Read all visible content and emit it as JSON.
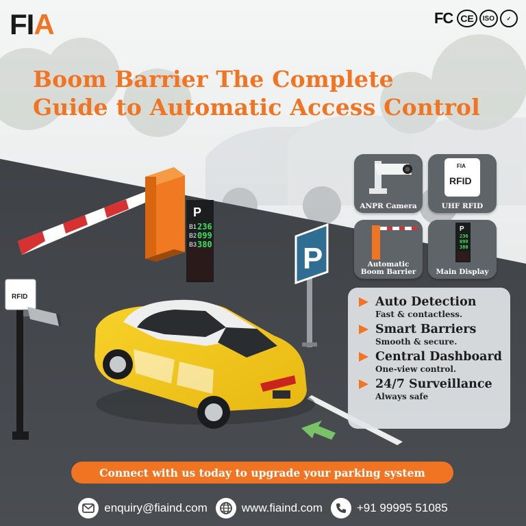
{
  "brand": {
    "logo_main": "FI",
    "logo_accent": "A",
    "orange": "#f07422",
    "dark": "#45484b"
  },
  "certifications": [
    {
      "label": "FC"
    },
    {
      "label": "CE"
    },
    {
      "label": "ISO"
    },
    {
      "label": "✓"
    }
  ],
  "title": {
    "line1": "Boom Barrier The Complete",
    "line2": "Guide to Automatic Access Control"
  },
  "scene": {
    "display_header": "P",
    "display_rows": [
      {
        "label": "B1",
        "value": "236"
      },
      {
        "label": "B2",
        "value": "099"
      },
      {
        "label": "B3",
        "value": "380"
      }
    ],
    "rfid_label": "RFID",
    "parking_sign": "P"
  },
  "products": [
    {
      "label": "ANPR Camera",
      "icon": "anpr-camera-icon"
    },
    {
      "label": "UHF RFID",
      "icon": "rfid-reader-icon",
      "badge": "RFID",
      "badge_brand": "FIA"
    },
    {
      "label_line1": "Automatic",
      "label_line2": "Boom Barrier",
      "icon": "boom-barrier-icon"
    },
    {
      "label": "Main Display",
      "icon": "main-display-icon",
      "rows": [
        "236",
        "099",
        "380"
      ]
    }
  ],
  "features": [
    {
      "title": "Auto Detection",
      "subtitle": "Fast & contactless."
    },
    {
      "title": "Smart Barriers",
      "subtitle": "Smooth & secure."
    },
    {
      "title": "Central Dashboard",
      "subtitle": "One-view control."
    },
    {
      "title": "24/7 Surveillance",
      "subtitle": "Always safe"
    }
  ],
  "cta": {
    "label": "Connect with us today to upgrade your parking system"
  },
  "contact": {
    "email": "enquiry@fiaind.com",
    "website": "www.fiaind.com",
    "phone": "+91 99995 51085",
    "email_icon": "mail-icon",
    "website_icon": "globe-icon",
    "phone_icon": "phone-icon"
  }
}
